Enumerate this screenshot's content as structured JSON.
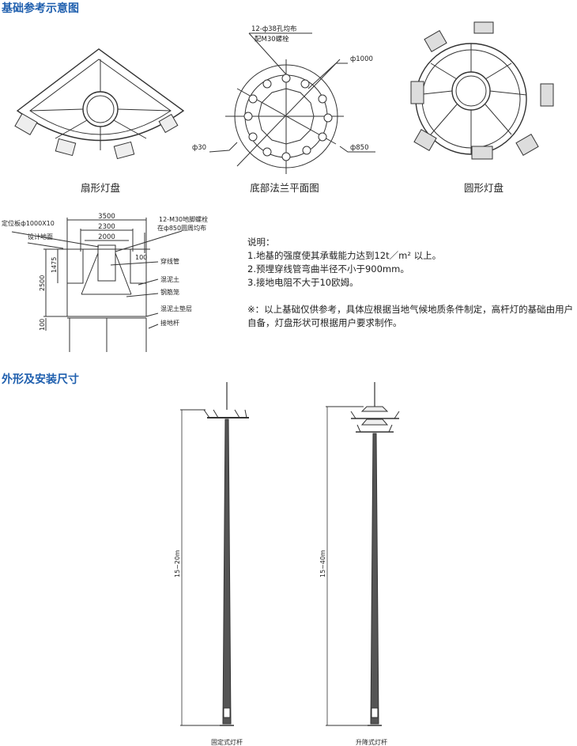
{
  "sections": {
    "foundation_title": "基础参考示意图",
    "dimensions_title": "外形及安装尺寸"
  },
  "diagrams": {
    "fan_plate_caption": "扇形灯盘",
    "flange_caption": "底部法兰平面图",
    "circle_plate_caption": "圆形灯盘",
    "flange_labels": {
      "holes": "12-ф38孔均布",
      "bolts": "配M30螺栓",
      "d1000": "ф1000",
      "d850": "ф850",
      "d30": "ф30"
    },
    "foundation_labels": {
      "w3500": "3500",
      "w2300": "2300",
      "w2000": "2000",
      "plate": "定位板ф1000X10",
      "ground": "设计地面",
      "anchor1": "12-M30地脚螺栓",
      "anchor2": "在ф850圆周均布",
      "h1475": "1475",
      "h2500": "2500",
      "h100a": "100",
      "h100b": "100",
      "conduit": "穿线管",
      "concrete": "混泥土",
      "rebar": "钢筋笼",
      "cushion": "混泥土垫层",
      "ground_rod": "接地杆"
    }
  },
  "notes": {
    "heading": "说明：",
    "items": [
      "1.地基的强度使其承载能力达到12t／m² 以上。",
      "2.预埋穿线管弯曲半径不小于900mm。",
      "3.接地电阻不大于10欧姆。"
    ],
    "remark": "※：以上基础仅供参考，具体应根据当地气候地质条件制定，高杆灯的基础由用户自备，灯盘形状可根据用户要求制作。"
  },
  "poles": [
    {
      "height": "15~20m",
      "caption": "固定式灯杆"
    },
    {
      "height": "15~40m",
      "caption": "升降式灯杆"
    }
  ],
  "colors": {
    "title": "#1f5fae",
    "line": "#333333"
  }
}
